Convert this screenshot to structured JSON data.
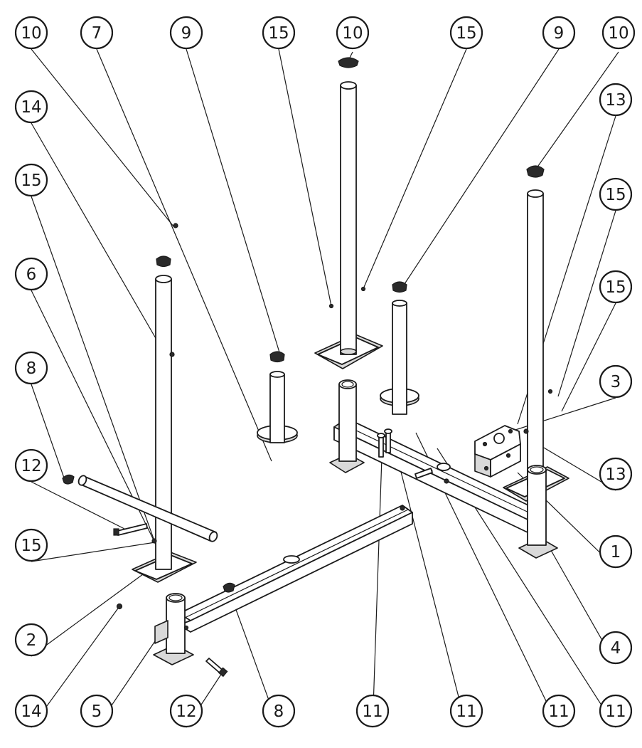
{
  "diagram": {
    "labels": [
      "10",
      "7",
      "9",
      "15",
      "10",
      "15",
      "9",
      "10",
      "14",
      "13",
      "15",
      "15",
      "15",
      "6",
      "3",
      "8",
      "13",
      "12",
      "15",
      "1",
      "2",
      "4",
      "14",
      "5",
      "12",
      "8",
      "11",
      "11",
      "11",
      "11"
    ]
  }
}
